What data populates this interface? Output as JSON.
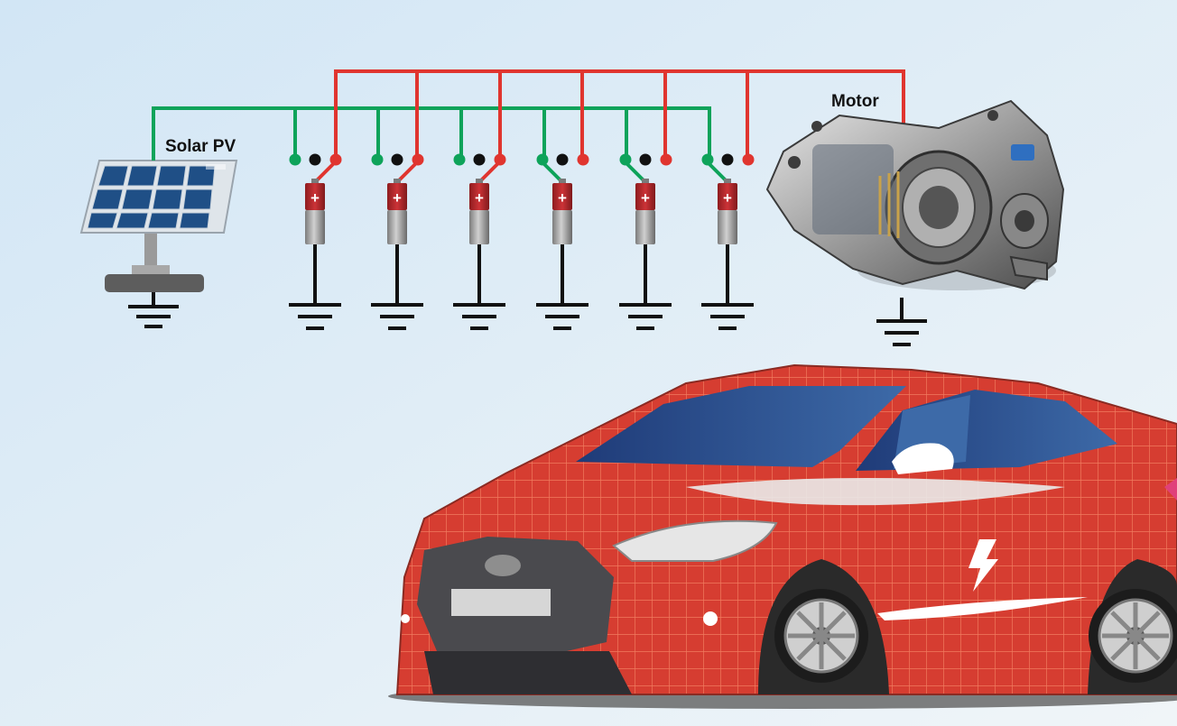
{
  "labels": {
    "solar": "Solar PV",
    "motor": "Motor"
  },
  "battery_sign": "+",
  "battery_count": 6,
  "colors": {
    "solar_line": "#0ea35a",
    "motor_line": "#e0352f",
    "switch_pivot": "#111111",
    "battery_cap": "#b8262a",
    "battery_body": "#9a9a9a",
    "car_body": "#d63d31",
    "car_grid": "#f07a5e",
    "window": "#2c4a86",
    "background_top": "#d6e8f5",
    "background_bottom": "#eef4f8"
  },
  "icons": [
    "solar-panel-icon",
    "battery-icon",
    "ground-icon",
    "motor-icon",
    "electric-car-icon",
    "lightning-bolt-icon"
  ]
}
